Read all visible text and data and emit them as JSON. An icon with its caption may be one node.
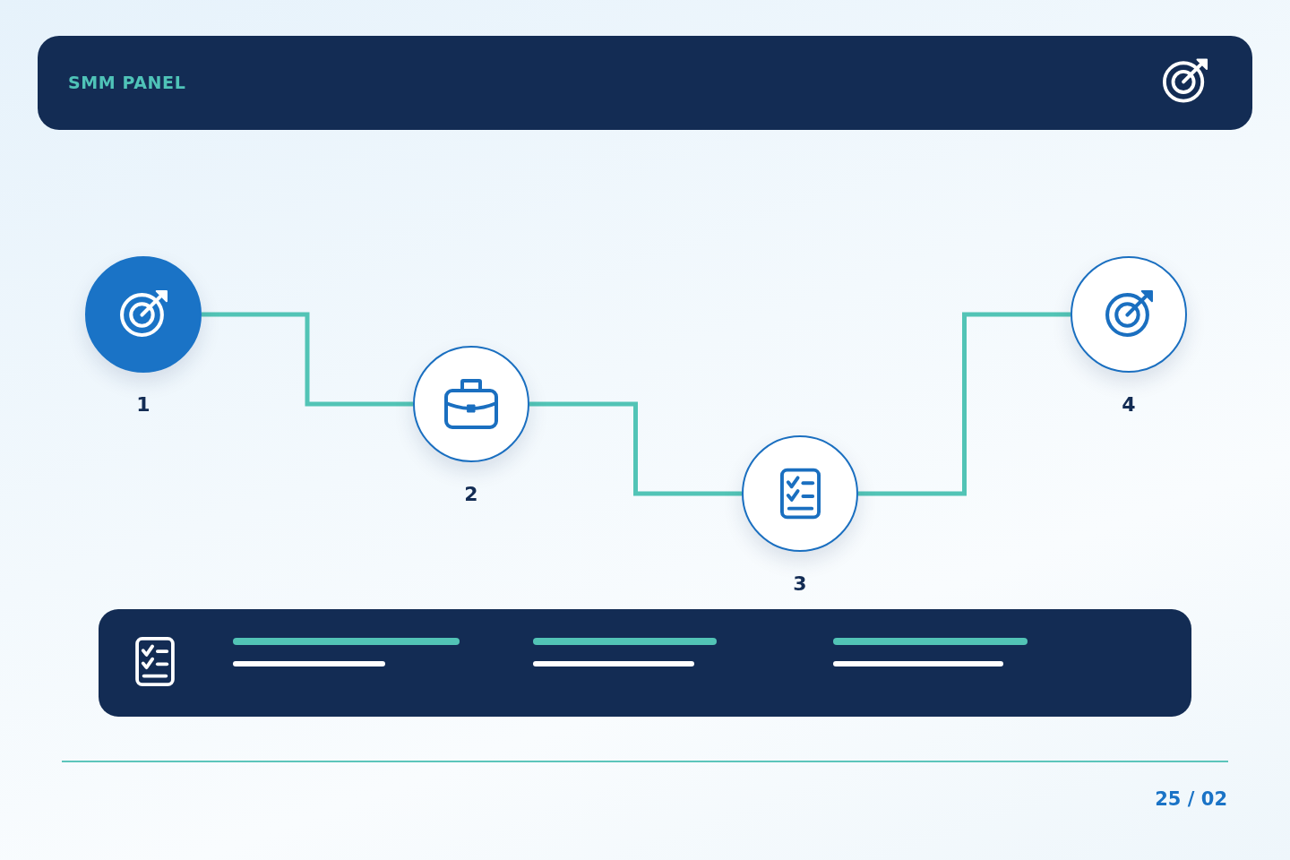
{
  "diagram": {
    "title": "SMM PANEL",
    "nodes": [
      {
        "text": [],
        "shape": "circle",
        "beside": [
          "1"
        ]
      },
      {
        "text": [],
        "shape": "circle",
        "beside": [
          "2"
        ]
      },
      {
        "text": [],
        "shape": "circle",
        "beside": [
          "3"
        ]
      },
      {
        "text": [],
        "shape": "circle",
        "beside": [
          "4"
        ]
      }
    ],
    "edges": [
      {
        "from": 0,
        "to": 1,
        "arrow": "none"
      },
      {
        "from": 1,
        "to": 2,
        "arrow": "none"
      },
      {
        "from": 2,
        "to": 3,
        "arrow": "none"
      }
    ],
    "labels": [
      "25 / 02"
    ]
  }
}
